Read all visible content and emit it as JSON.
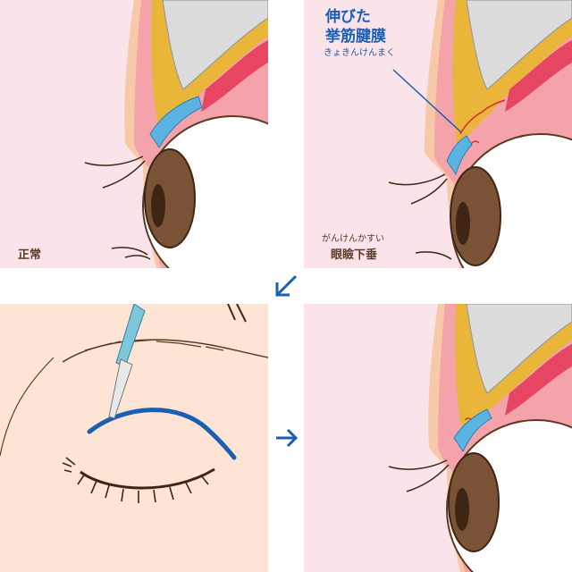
{
  "panels": {
    "normal": {
      "label": "正常"
    },
    "ptosis": {
      "annotation_line1": "伸びた",
      "annotation_line2": "挙筋腱膜",
      "annotation_ruby": "きょきんけんまく",
      "label": "眼瞼下垂",
      "label_ruby": "がんけんかすい"
    },
    "incision": {},
    "repaired": {}
  },
  "colors": {
    "skin_bg": "#fbe3ea",
    "face_bg": "#fde4d4",
    "accent_blue": "#1a5fb4",
    "muscle_red": "#e64662",
    "fat_yellow": "#e9b63a",
    "tendon_blue": "#5ab3e0",
    "bone_gray": "#dcdcdc",
    "iris_brown": "#7a5236"
  },
  "icons": {
    "arrow_down_left": "arrow-down-left-icon",
    "arrow_right": "arrow-right-icon"
  }
}
